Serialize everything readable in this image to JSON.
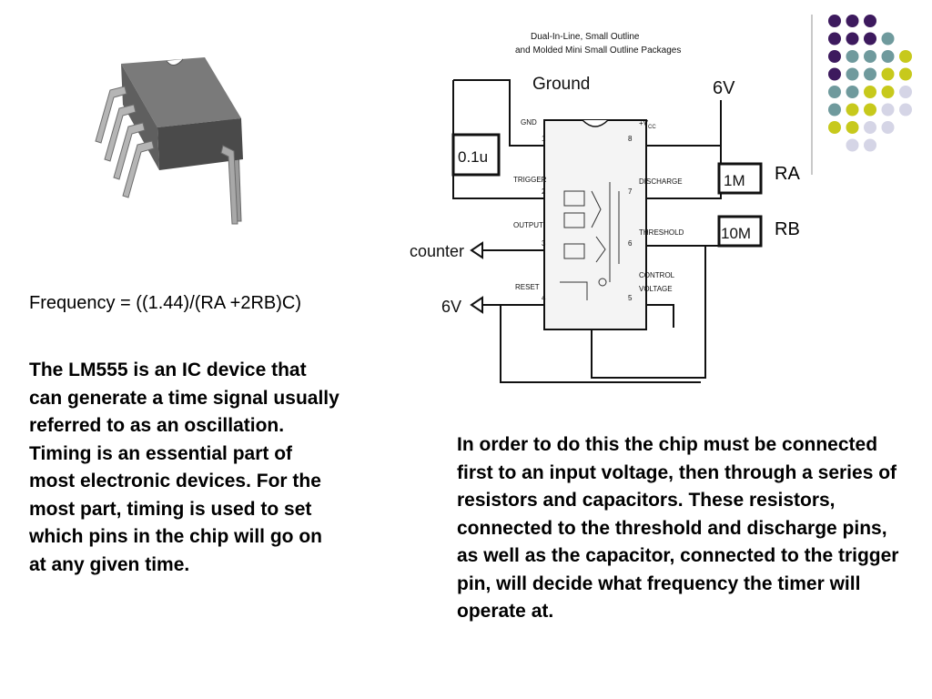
{
  "colors": {
    "purple": "#3d1a5e",
    "teal": "#6f9a9d",
    "olive": "#c7c91c",
    "lavender": "#d5d5e6",
    "chip_body": "#5a5a5a",
    "wire": "#111111"
  },
  "formula": "Frequency = ((1.44)/(RA +2RB)C)",
  "left_paragraph": "The LM555 is an IC device that can generate a time signal usually referred to as an oscillation.  Timing is an essential part of most electronic devices.  For the most part, timing is used to set which pins in the chip will go on at any given time.",
  "right_paragraph": "In order to do this the chip must be connected first to an input voltage, then through a series of resistors and capacitors. These resistors, connected to the threshold and discharge pins, as well as the capacitor, connected to the trigger pin, will decide what frequency the timer will operate at.",
  "labels": {
    "ra": "RA",
    "rb": "RB"
  },
  "schematic": {
    "header_line1": "Dual-In-Line, Small Outline",
    "header_line2": "and Molded Mini Small Outline Packages",
    "ground": "Ground",
    "supply_top": "6V",
    "capacitor": "0.1u",
    "resistor_a": "1M",
    "resistor_b": "10M",
    "counter": "counter",
    "supply_left": "6V",
    "pin_gnd": "GND",
    "pin_trigger": "TRIGGER",
    "pin_output": "OUTPUT",
    "pin_reset": "RESET",
    "pin_vcc": "+V",
    "pin_vcc_sub": "CC",
    "pin_discharge": "DISCHARGE",
    "pin_threshold": "THRESHOLD",
    "pin_control1": "CONTROL",
    "pin_control2": "VOLTAGE",
    "pin1": "1",
    "pin2": "2",
    "pin3": "3",
    "pin4": "4",
    "pin5": "5",
    "pin6": "6",
    "pin7": "7",
    "pin8": "8"
  },
  "decoration": {
    "dot_grid": [
      [
        "purple",
        "purple",
        "purple",
        null,
        null
      ],
      [
        "purple",
        "purple",
        "purple",
        "teal",
        null
      ],
      [
        "purple",
        "teal",
        "teal",
        "teal",
        "olive"
      ],
      [
        "purple",
        "teal",
        "teal",
        "olive",
        "olive"
      ],
      [
        "teal",
        "teal",
        "olive",
        "olive",
        "lavender"
      ],
      [
        "teal",
        "olive",
        "olive",
        "lavender",
        "lavender"
      ],
      [
        "olive",
        "olive",
        "lavender",
        "lavender",
        null
      ],
      [
        null,
        "lavender",
        "lavender",
        null,
        null
      ]
    ]
  }
}
